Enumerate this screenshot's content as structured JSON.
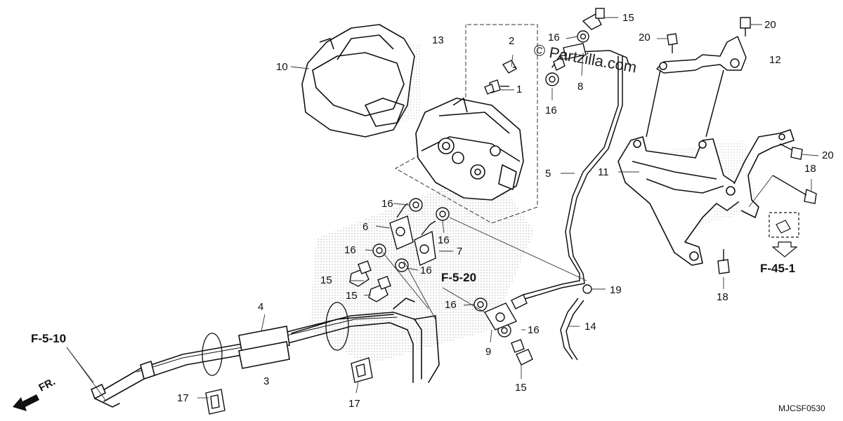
{
  "watermark": "© Partzilla.com",
  "diagram_code": "MJCSF0530",
  "front_marker": "FR.",
  "references": [
    "F-5-10",
    "F-5-20",
    "F-45-1"
  ],
  "callouts": {
    "c1": "1",
    "c2": "2",
    "c3": "3",
    "c4": "4",
    "c5": "5",
    "c6": "6",
    "c7": "7",
    "c8": "8",
    "c9": "9",
    "c10": "10",
    "c11": "11",
    "c12": "12",
    "c13": "13",
    "c14": "14",
    "c15a": "15",
    "c15b": "15",
    "c15c": "15",
    "c15d": "15",
    "c16a": "16",
    "c16b": "16",
    "c16c": "16",
    "c16d": "16",
    "c16e": "16",
    "c16f": "16",
    "c16g": "16",
    "c16h": "16",
    "c17a": "17",
    "c17b": "17",
    "c18a": "18",
    "c18b": "18",
    "c19": "19",
    "c20a": "20",
    "c20b": "20",
    "c20c": "20"
  }
}
